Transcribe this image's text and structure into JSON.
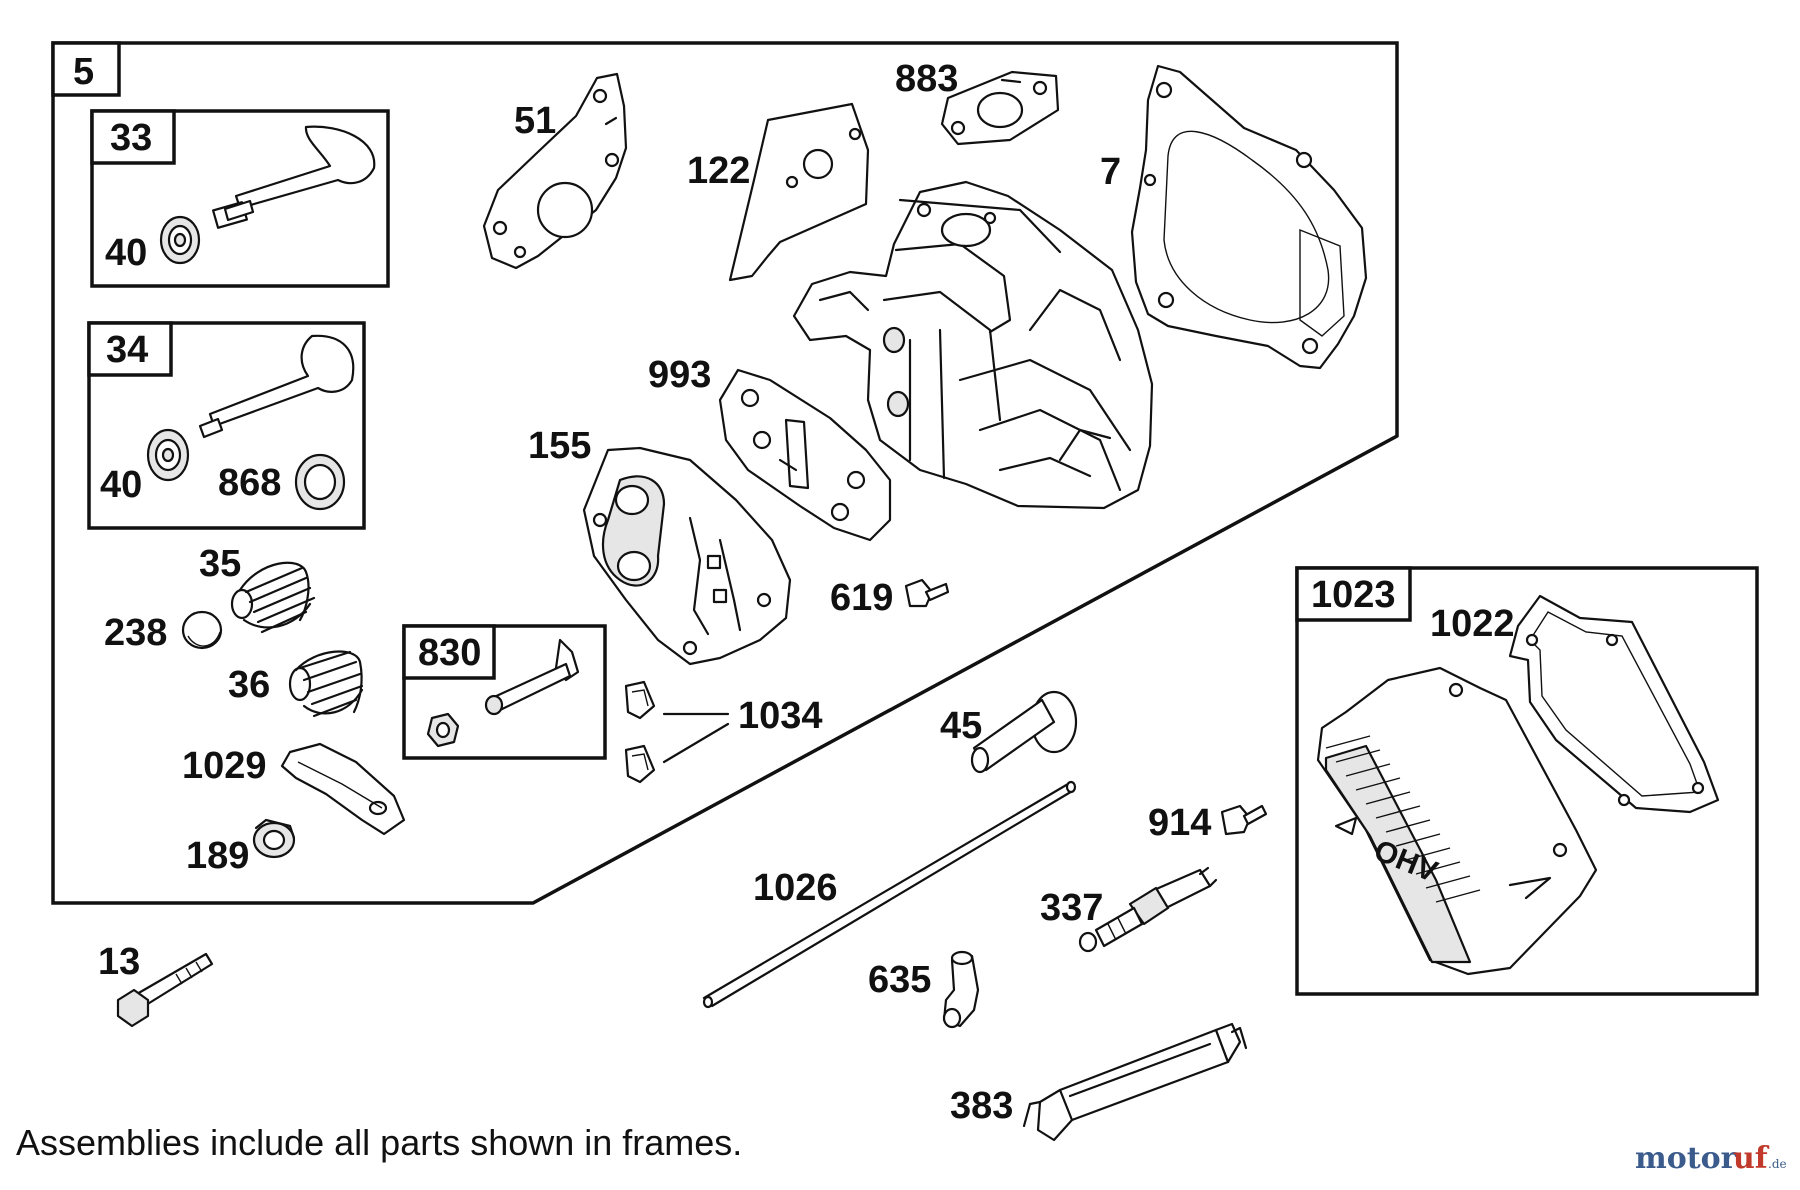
{
  "diagram": {
    "frames": {
      "f5": "5",
      "f33": "33",
      "f34": "34",
      "f830": "830",
      "f1023": "1023"
    },
    "labels": {
      "p51": "51",
      "p883": "883",
      "p122": "122",
      "p7": "7",
      "p40a": "40",
      "p40b": "40",
      "p868": "868",
      "p993": "993",
      "p155": "155",
      "p35": "35",
      "p238": "238",
      "p36": "36",
      "p619": "619",
      "p1034": "1034",
      "p1029": "1029",
      "p189": "189",
      "p1022": "1022",
      "p45": "45",
      "p914": "914",
      "p1026": "1026",
      "p337": "337",
      "p13": "13",
      "p635": "635",
      "p383": "383"
    },
    "cover_embossing": "OHV",
    "footnote": "Assemblies include all parts shown in frames."
  },
  "watermark": {
    "brand_a": "motor",
    "brand_b": "uf",
    "tld": ".de"
  }
}
